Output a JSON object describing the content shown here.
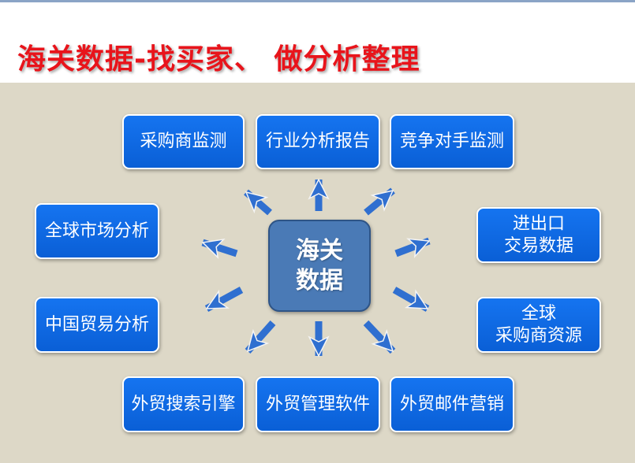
{
  "title": "海关数据-找买家、 做分析整理",
  "center": {
    "label": "海关数据"
  },
  "nodes": [
    {
      "id": "purchase-monitor",
      "label": "采购商监测"
    },
    {
      "id": "industry-report",
      "label": "行业分析报告"
    },
    {
      "id": "competitor-monitor",
      "label": "竞争对手监测"
    },
    {
      "id": "global-market",
      "label": "全球市场分析"
    },
    {
      "id": "import-export",
      "label": "进出口\n交易数据"
    },
    {
      "id": "china-trade",
      "label": "中国贸易分析"
    },
    {
      "id": "global-buyers",
      "label": "全球\n采购商资源"
    },
    {
      "id": "search-engine",
      "label": "外贸搜索引擎"
    },
    {
      "id": "management-software",
      "label": "外贸管理软件"
    },
    {
      "id": "email-marketing",
      "label": "外贸邮件营销"
    }
  ],
  "colors": {
    "title": "#e8141b",
    "node": "#0f6ae6",
    "center": "#4a7ab6",
    "arrow": "#2f6fd0",
    "background": "#ddd8c7"
  }
}
